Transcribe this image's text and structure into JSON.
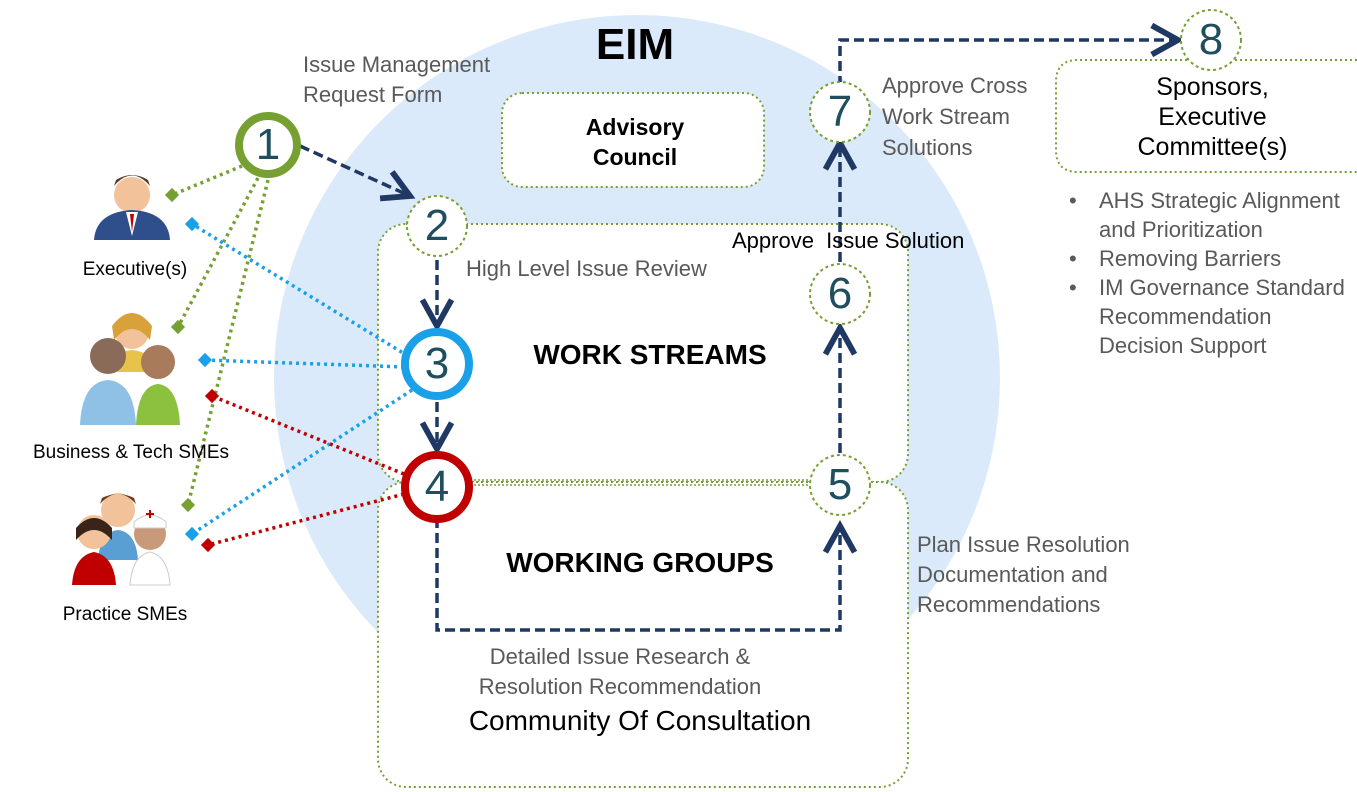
{
  "title": "EIM",
  "advisory_council": "Advisory Council",
  "work_streams": "WORK STREAMS",
  "working_groups": "WORKING GROUPS",
  "community": "Community Of Consultation",
  "roles": {
    "executives": "Executive(s)",
    "business_tech": "Business & Tech SMEs",
    "practice": "Practice SMEs"
  },
  "steps": [
    {
      "number": "1",
      "label": "Issue Management Request Form"
    },
    {
      "number": "2",
      "label": "High Level Issue Review"
    },
    {
      "number": "3",
      "label": ""
    },
    {
      "number": "4",
      "label": ""
    },
    {
      "number": "5",
      "label": "Plan Issue Resolution Documentation and Recommendations"
    },
    {
      "number": "6",
      "label": "Approve  Issue Solution"
    },
    {
      "number": "7",
      "label": "Approve Cross Work Stream Solutions"
    },
    {
      "number": "8",
      "label": ""
    }
  ],
  "detailed_research": "Detailed Issue Research & Resolution Recommendation",
  "sponsors": "Sponsors, Executive Committee(s)",
  "sponsor_bullets": [
    "AHS Strategic Alignment and Prioritization",
    "Removing Barriers",
    "IM Governance Standard Recommendation Decision Support"
  ],
  "colors": {
    "eim_circle": "#dbeafa",
    "green": "#77a032",
    "blue": "#1aa0e8",
    "red": "#c00000",
    "navy": "#1f3864",
    "number_text": "#1f4e5f"
  }
}
